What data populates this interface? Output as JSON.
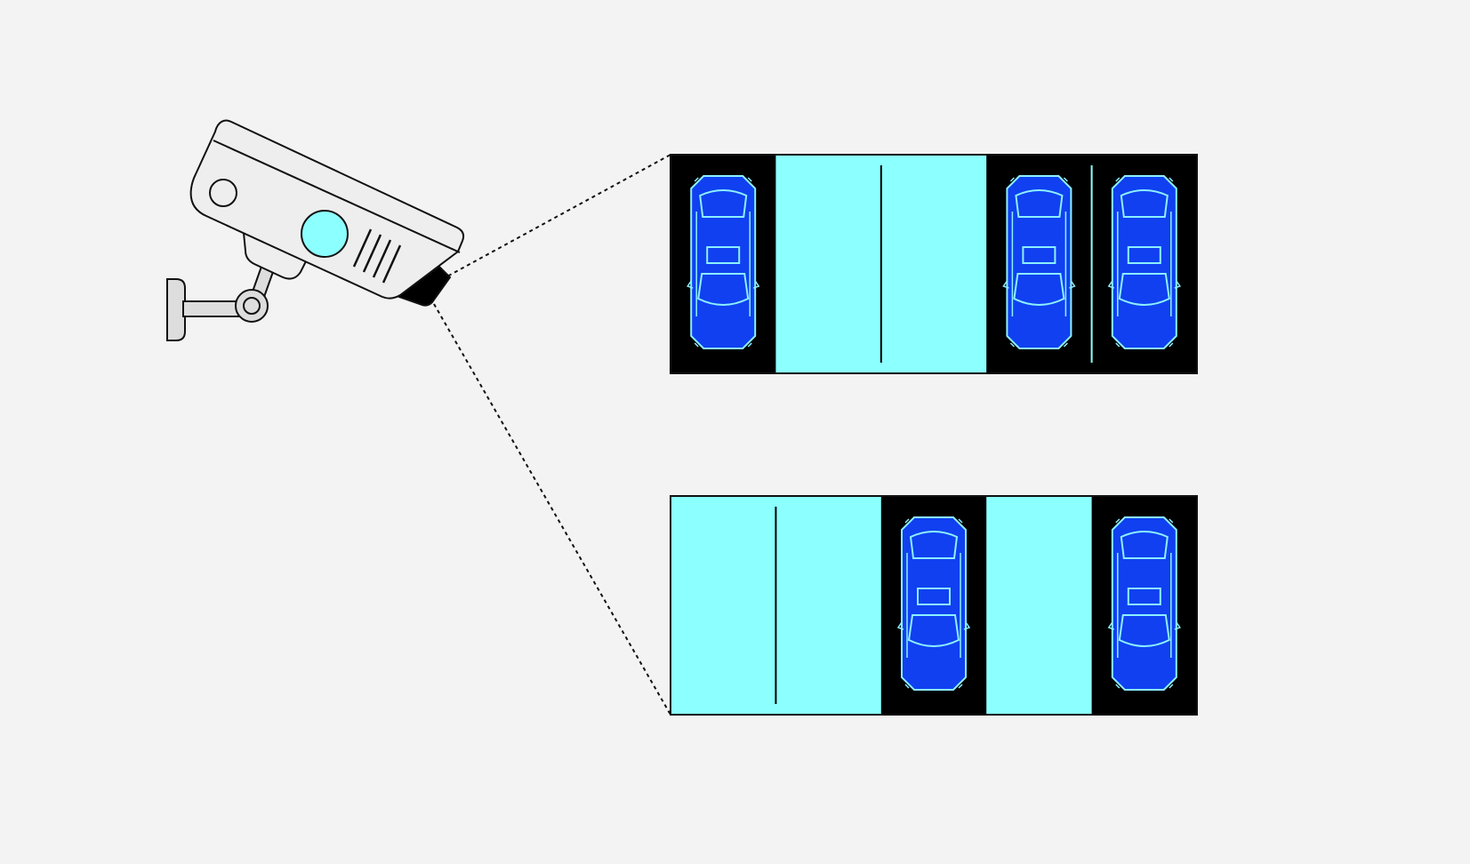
{
  "colors": {
    "background": "#f3f3f3",
    "camera_body": "#eeeeee",
    "camera_mount": "#dddddd",
    "outline": "#111111",
    "lens": "#8cffff",
    "free_spot": "#8cffff",
    "occupied_spot": "#000000",
    "car_body": "#1040f0",
    "car_detail": "#8cf0ff",
    "divider_on_free": "#000000",
    "divider_on_occupied": "#8cffff"
  },
  "icons": {
    "camera": "security-camera-icon",
    "car": "car-top-view-icon"
  },
  "camera": {
    "view": "sight-lines-to-lots"
  },
  "lots": [
    {
      "name": "top-lot",
      "spots": [
        "occupied",
        "free",
        "free",
        "occupied",
        "occupied"
      ]
    },
    {
      "name": "bottom-lot",
      "spots": [
        "free",
        "free",
        "occupied",
        "free",
        "occupied"
      ]
    }
  ]
}
